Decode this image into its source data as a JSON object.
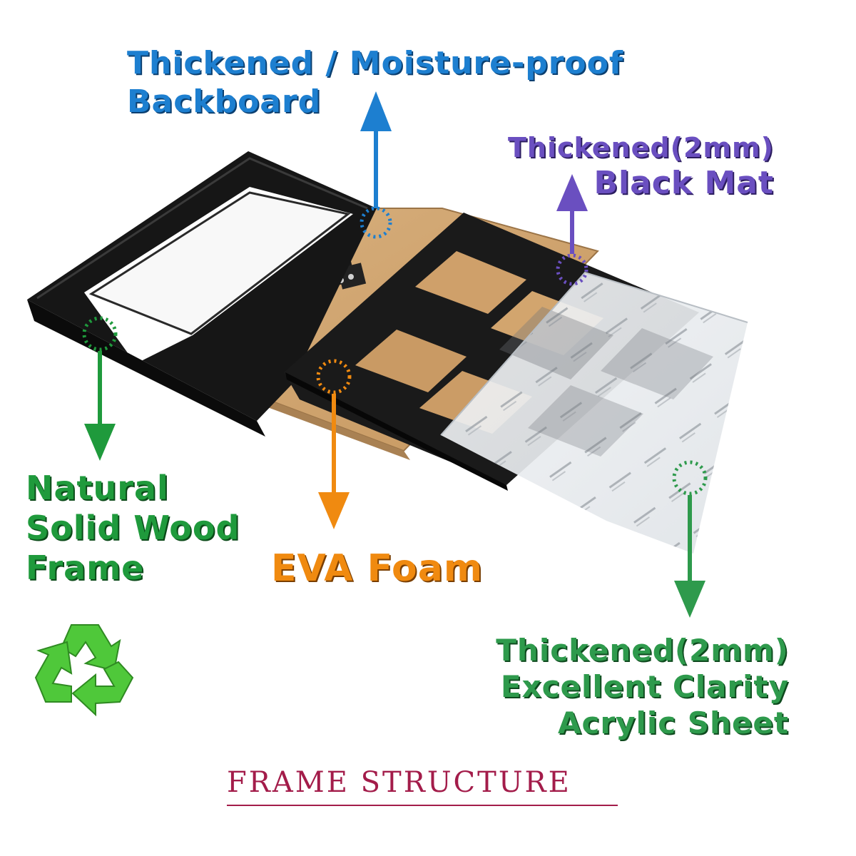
{
  "labels": {
    "backboard": {
      "line1": "Thickened / Moisture-proof",
      "line2": "Backboard"
    },
    "mat": {
      "line1": "Thickened(2mm)",
      "line2": "Black Mat"
    },
    "wood": {
      "line1": "Natural",
      "line2": "Solid Wood",
      "line3": "Frame"
    },
    "foam": {
      "line1": "EVA Foam"
    },
    "acrylic": {
      "line1": "Thickened(2mm)",
      "line2": "Excellent Clarity",
      "line3": "Acrylic Sheet"
    }
  },
  "footer": {
    "title": "FRAME STRUCTURE"
  },
  "colors": {
    "backboard": "#1d7fd0",
    "mat": "#6a4fc0",
    "wood": "#1f9a3c",
    "foam": "#f08a10",
    "acrylic": "#2e9a4c",
    "title": "#a31c4a",
    "recycle": "#4fc83a"
  },
  "icons": {
    "recycle": "recycle-icon",
    "arrows": [
      "arrow-up-icon",
      "arrow-down-icon"
    ]
  }
}
